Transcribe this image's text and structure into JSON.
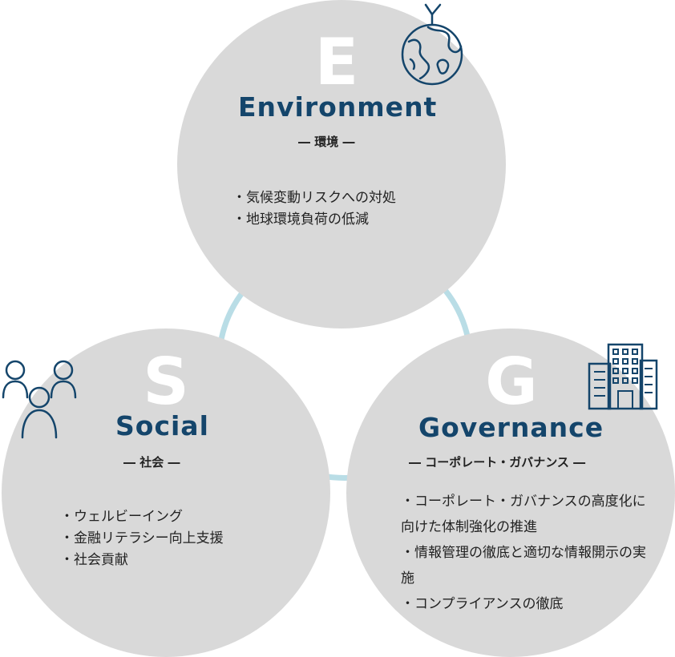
{
  "environment": {
    "letter": "E",
    "title": "Environment",
    "subtitle": "― 環境 ―",
    "items": [
      "・気候変動リスクへの対処",
      "・地球環境負荷の低減"
    ],
    "icon": "globe-icon"
  },
  "social": {
    "letter": "S",
    "title": "Social",
    "subtitle": "― 社会 ―",
    "items": [
      "・ウェルビーイング",
      "・金融リテラシー向上支援",
      "・社会貢献"
    ],
    "icon": "people-icon"
  },
  "governance": {
    "letter": "G",
    "title": "Governance",
    "subtitle": "― コーポレート・ガバナンス ―",
    "items": [
      "・コーポレート・ガバナンスの高度化に向けた体制強化の推進",
      "・情報管理の徹底と適切な情報開示の実施",
      "・コンプライアンスの徹底"
    ],
    "icon": "building-icon"
  },
  "colors": {
    "circle": "#d9d9d9",
    "title": "#14456b",
    "ring": "#b9dde6",
    "letter": "#ffffff"
  }
}
